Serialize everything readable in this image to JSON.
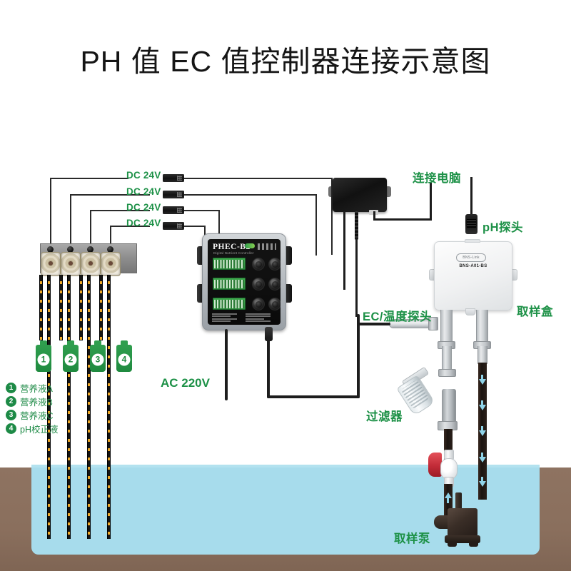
{
  "title": "PH 值 EC 值控制器连接示意图",
  "colors": {
    "label_green": "#1d9147",
    "legend_green": "#1d8a46",
    "water_blue": "#a7dcec",
    "ground_brown": "#8e7361",
    "arrow_blue": "#8fd3e8",
    "valve_red": "#c22b38",
    "terminal_green": "#2b8c3c"
  },
  "power_labels": [
    {
      "text": "DC 24V"
    },
    {
      "text": "DC 24V"
    },
    {
      "text": "DC 24V"
    },
    {
      "text": "DC 24V"
    }
  ],
  "mains_label": "AC 220V",
  "controller": {
    "brand": "PHEC-B2",
    "subtitle": "Digital Nutrient Controller"
  },
  "sample_box": {
    "logo": "BNS-Link",
    "model": "BNS-A01-BS",
    "label": "取样盒"
  },
  "annotations": {
    "pc": "连接电脑",
    "ph_probe": "pH探头",
    "ec_probe": "EC/温度探头",
    "filter": "过滤器",
    "sample_pump": "取样泵"
  },
  "bottles": [
    {
      "num": "1"
    },
    {
      "num": "2"
    },
    {
      "num": "3"
    },
    {
      "num": "4"
    }
  ],
  "legend": [
    {
      "badge": "1",
      "text": "营养液A"
    },
    {
      "badge": "2",
      "text": "营养液B"
    },
    {
      "badge": "3",
      "text": "营养液C"
    },
    {
      "badge": "4",
      "text": "pH校正液"
    }
  ]
}
